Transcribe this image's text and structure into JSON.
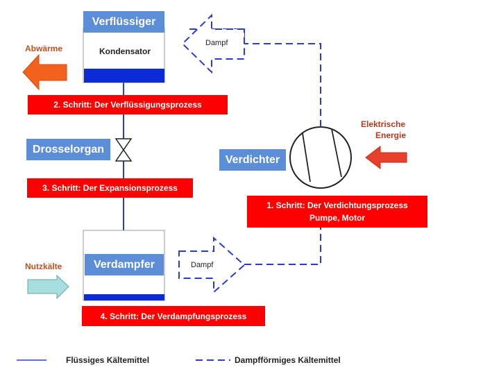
{
  "labels": {
    "condenser": "Verflüssiger",
    "condenser_inner": "Kondensator",
    "throttle": "Drosselorgan",
    "compressor": "Verdichter",
    "evaporator": "Verdampfer",
    "waste_heat": "Abwärme",
    "useful_cold": "Nutzkälte",
    "electric_energy_line1": "Elektrische",
    "electric_energy_line2": "Energie",
    "vapor_top": "Dampf",
    "vapor_bottom": "Dampf"
  },
  "steps": {
    "step1_line1": "1. Schritt: Der Verdichtungsprozess",
    "step1_line2": "Pumpe, Motor",
    "step2": "2. Schritt: Der Verflüssigungsprozess",
    "step3": "3. Schritt: Der Expansionsprozess",
    "step4": "4. Schritt: Der Verdampfungsprozess"
  },
  "legend": {
    "liquid": "Flüssiges Kältemittel",
    "vapor": "Dampfförmiges Kältemittel"
  },
  "colors": {
    "label_blue": "#5b8ed6",
    "step_red": "#ff0000",
    "line_blue": "#2b3bd1",
    "tank_fill": "#0a2bd6",
    "waste_heat_arrow": "#f2621c",
    "electric_arrow": "#e8402a",
    "cold_arrow": "#a8dede"
  }
}
